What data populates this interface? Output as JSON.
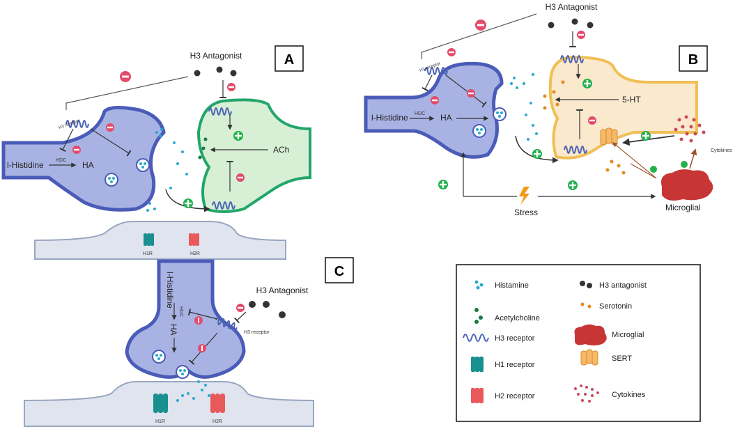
{
  "colors": {
    "neuron_fill": "#a9b3e3",
    "neuron_stroke": "#4a5cb8",
    "ach_fill": "#d7efd5",
    "ach_stroke": "#22a66a",
    "sht_fill": "#fbe9cd",
    "sht_stroke": "#f0bf55",
    "histamine": "#2aa9d1",
    "acetylcholine": "#187a46",
    "h3_antagonist": "#333333",
    "serotonin": "#e58a1e",
    "microglial": "#c73535",
    "cytokines": "#c94a5a",
    "minus": "#e34b6a",
    "plus": "#22b14c",
    "stress": "#f39a1a",
    "h1": "#1a8f8f",
    "h2": "#e85a5a",
    "receptor": "#4b63b3"
  },
  "panels": {
    "A": {
      "label": "A",
      "h3_antagonist": "H3 Antagonist",
      "h3_receptor": "H3 receptor",
      "l_histidine": "l-Histidine",
      "hdc": "HDC",
      "ha": "HA",
      "ach": "ACh",
      "h1r": "H1R",
      "h2r": "H2R"
    },
    "B": {
      "label": "B",
      "h3_antagonist": "H3 Antagonist",
      "h3_receptor": "H3 receptor",
      "l_histidine": "l-Histidine",
      "hdc": "HDC",
      "ha": "HA",
      "sht": "5-HT",
      "stress": "Stress",
      "microglial": "Microglial",
      "cytokines": "Cytokines"
    },
    "C": {
      "label": "C",
      "h3_antagonist": "H3 Antagonist",
      "h3_receptor": "H3 receptor",
      "l_histidine": "l-Histidine",
      "hdc": "HDC",
      "ha": "HA",
      "h1r": "H1R",
      "h2r": "H2R"
    }
  },
  "legend": {
    "histamine": "Histamine",
    "h3_antagonist": "H3 antagonist",
    "acetylcholine": "Acetylcholine",
    "serotonin": "Serotonin",
    "h3_receptor": "H3 receptor",
    "microglial": "Microglial",
    "h1_receptor": "H1 receptor",
    "sert": "SERT",
    "h2_receptor": "H2 receptor",
    "cytokines": "Cytokines"
  }
}
